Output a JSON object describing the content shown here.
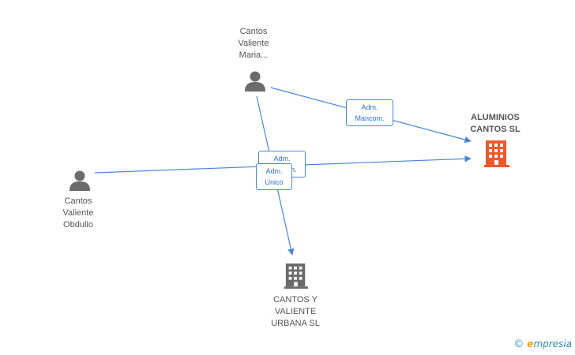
{
  "nodes": {
    "maria": {
      "lines": [
        "Cantos",
        "Valiente",
        "Maria..."
      ],
      "type": "person"
    },
    "obdulio": {
      "lines": [
        "Cantos",
        "Valiente",
        "Obdulio"
      ],
      "type": "person"
    },
    "aluminios": {
      "lines": [
        "ALUMINIOS",
        "CANTOS SL"
      ],
      "type": "company",
      "color": "#f0592a"
    },
    "urbana": {
      "lines": [
        "CANTOS Y",
        "VALIENTE",
        "URBANA SL"
      ],
      "type": "company",
      "color": "#6b6b6b"
    }
  },
  "edges": [
    {
      "from": "maria",
      "to": "aluminios",
      "label": [
        "Adm.",
        "Mancom."
      ]
    },
    {
      "from": "obdulio",
      "to": "aluminios",
      "label": [
        "Adm.",
        "Mancom."
      ]
    },
    {
      "from": "maria",
      "to": "urbana",
      "label": [
        "Adm.",
        "Unico"
      ]
    }
  ],
  "colors": {
    "edge": "#4a86d8",
    "person": "#6b6b6b"
  },
  "watermark": {
    "copyright": "©",
    "brand_e": "e",
    "brand_rest": "mpresia"
  }
}
